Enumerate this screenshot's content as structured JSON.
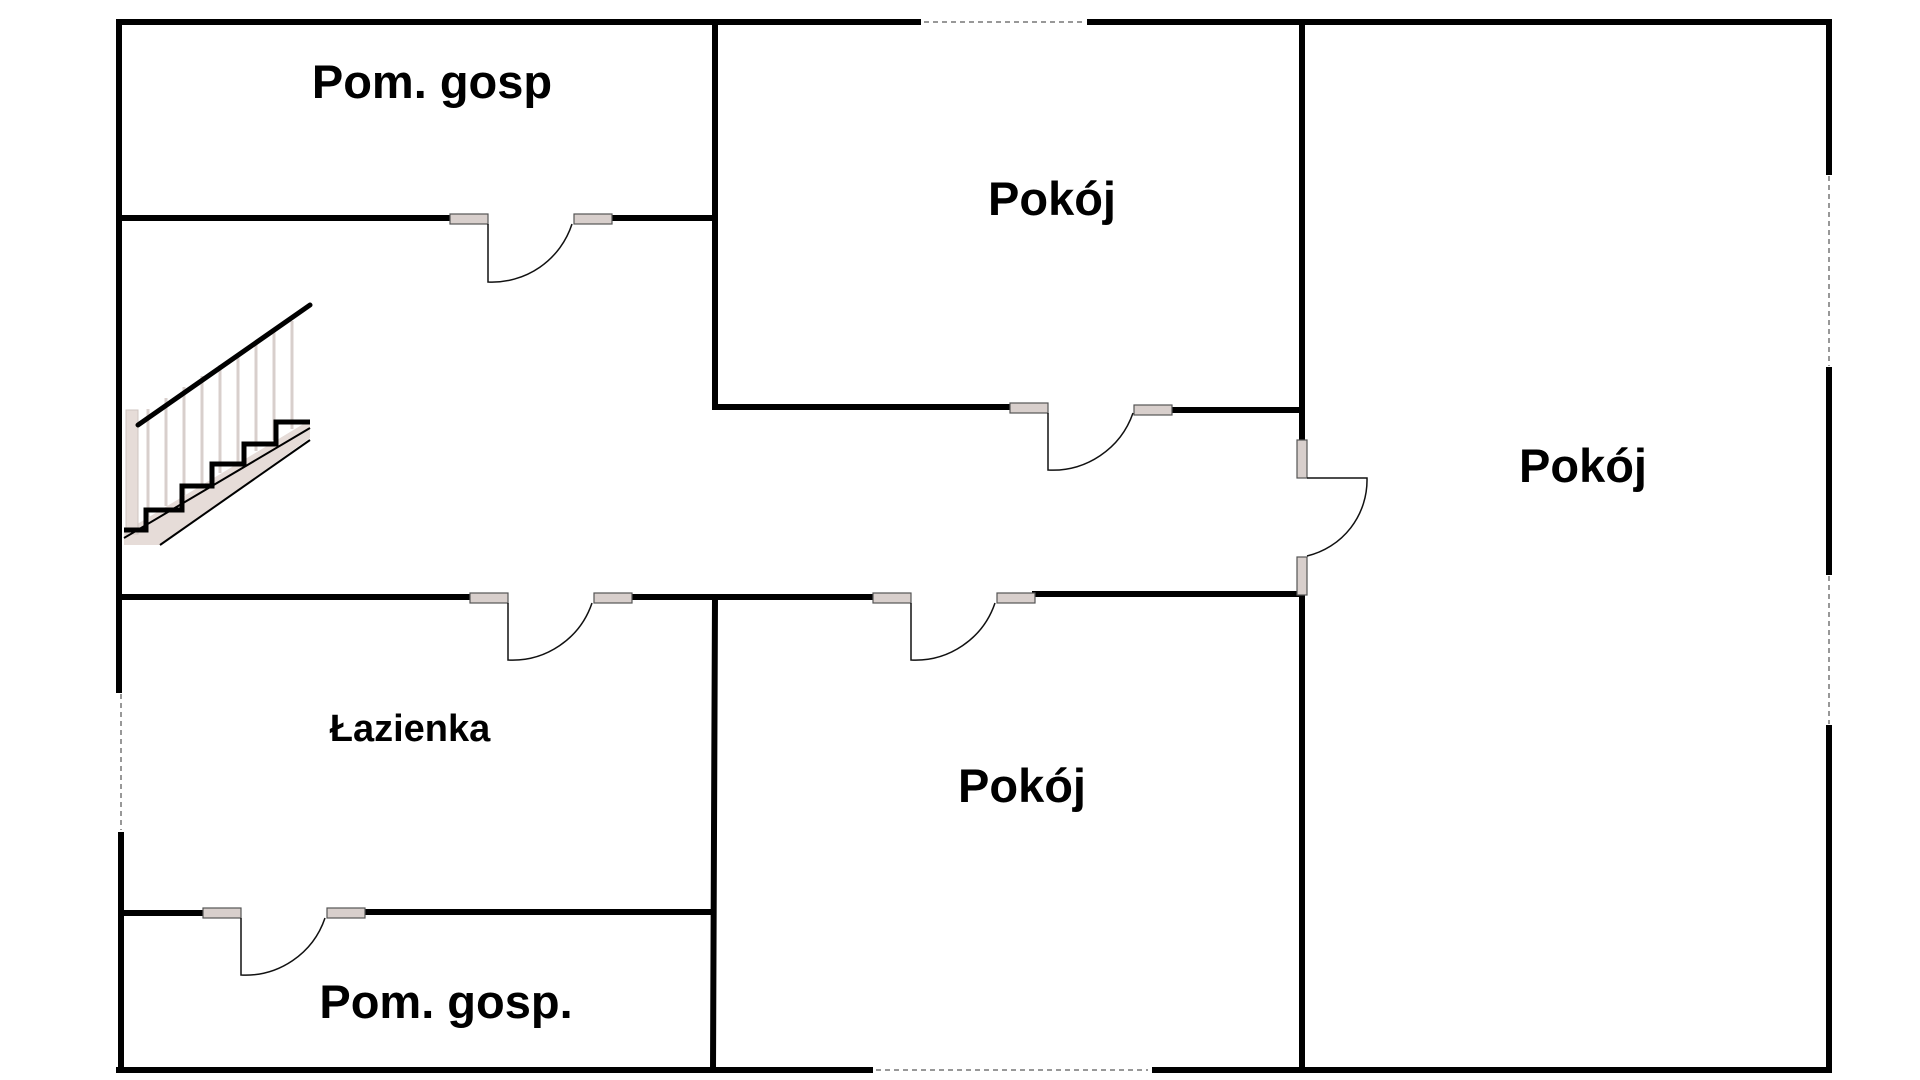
{
  "floor_plan": {
    "colors": {
      "wall": "#000000",
      "door_jamb": "#d8cfcc",
      "window_line": "#777777",
      "stair_fill": "#e6dcd8",
      "background": "#ffffff"
    },
    "rooms": {
      "storage_top": {
        "label": "Pom. gosp"
      },
      "room_upper_middle": {
        "label": "Pokój"
      },
      "room_right": {
        "label": "Pokój"
      },
      "bathroom": {
        "label": "Łazienka"
      },
      "room_lower_middle": {
        "label": "Pokój"
      },
      "storage_bottom": {
        "label": "Pom. gosp."
      }
    },
    "icons": [
      "staircase-icon",
      "door-icon"
    ]
  }
}
